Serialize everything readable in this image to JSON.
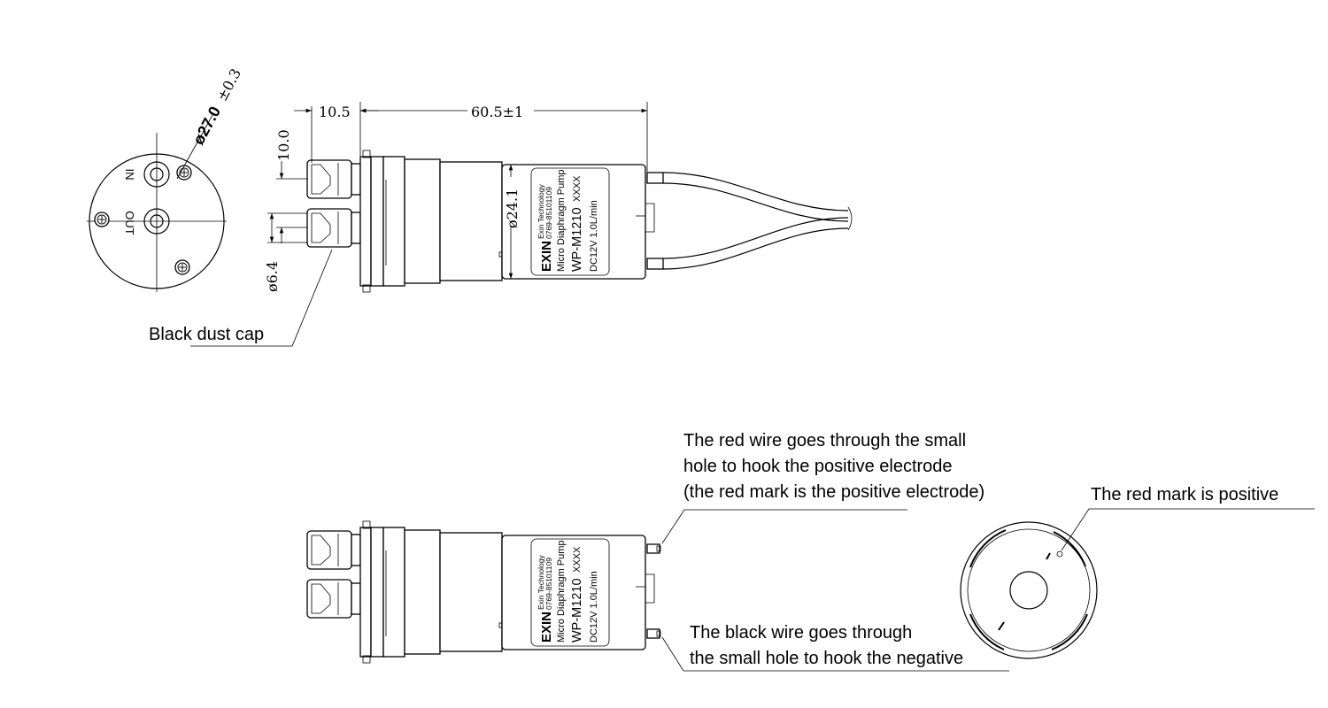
{
  "end_view": {
    "diameter_label": "ø27.0",
    "tolerance_label": "±0.3",
    "port_in_label": "IN",
    "port_out_label": "OUT"
  },
  "side_view": {
    "dim_left": "10.5",
    "dim_length": "60.5±1",
    "dim_height": "10.0",
    "dim_body_diameter": "ø24.1",
    "dim_port_diameter": "ø6.4",
    "dust_cap_label": "Black dust cap"
  },
  "pump_label": {
    "company": "Exin Technology",
    "phone": "0769-85101109",
    "product_type": "Micro Diaphragm Pump",
    "model": "WP-M1210",
    "model_suffix": "XXXX",
    "rating": "DC12V  1.0L/min",
    "logo_text": "EXIN"
  },
  "wiring_notes": {
    "red_wire_line1": "The red wire goes through the small",
    "red_wire_line2": "hole to hook the positive electrode",
    "red_wire_line3": "(the red mark is the positive electrode)",
    "black_wire_line1": "The black wire goes through",
    "black_wire_line2": "the small hole to hook the negative",
    "red_mark_note": "The red mark is positive"
  }
}
